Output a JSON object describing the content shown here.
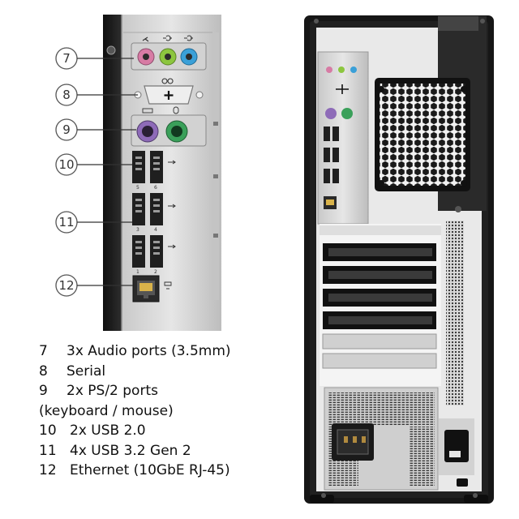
{
  "figure": {
    "callouts": [
      "7",
      "8",
      "9",
      "10",
      "11",
      "12"
    ],
    "usb_pair_numbers": [
      [
        "5",
        "6"
      ],
      [
        "3",
        "4"
      ],
      [
        "1",
        "2"
      ]
    ]
  },
  "legend": [
    {
      "number": "7",
      "text": "3x Audio ports (3.5mm)"
    },
    {
      "number": "8",
      "text": "Serial"
    },
    {
      "number": "9",
      "text": "2x PS/2 ports",
      "continuation": "(keyboard / mouse)"
    },
    {
      "number": "10",
      "text": "2x USB 2.0"
    },
    {
      "number": "11",
      "text": "4x USB 3.2 Gen 2"
    },
    {
      "number": "12",
      "text": "Ethernet (10GbE RJ-45)"
    }
  ],
  "colors": {
    "audio_pink": "#d77ba4",
    "audio_green": "#8cc63f",
    "audio_blue": "#3aa0d8",
    "ps2_purple": "#8e6bb8",
    "ps2_green": "#3aa05a",
    "chassis": "#1c1c1c",
    "panel_silver": "#d6d6d6"
  },
  "icons": [
    "headphone-icon",
    "line-in-icon",
    "line-out-icon",
    "serial-icon",
    "keyboard-icon",
    "mouse-icon",
    "usb-icon",
    "usb-ss-icon",
    "network-icon"
  ]
}
